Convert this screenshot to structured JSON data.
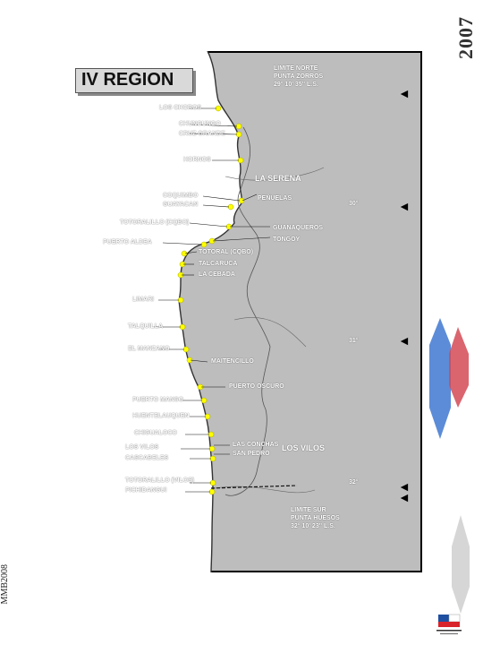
{
  "year": "2007",
  "side_text": "MMB2008",
  "title": "IV REGION",
  "north_limit": {
    "lines": [
      "LIMITE NORTE",
      "PUNTA ZORROS",
      "29° 10' 35'' L.S."
    ]
  },
  "south_limit": {
    "lines": [
      "LIMITE SUR",
      "PUNTA HUESOS",
      "32° 10' 23'' L.S."
    ]
  },
  "city_labels": {
    "la_serena": "LA SERENA",
    "los_vilos": "LOS VILOS"
  },
  "latitudes": {
    "lat30": "30°",
    "lat31": "31°",
    "lat32": "32°"
  },
  "places": {
    "los_choros": "LOS CHOROS",
    "chungungo": "CHUNGUNGO",
    "cruz_grande": "CRUZ GRANDE",
    "hornos": "HORNOS",
    "coquimbo": "COQUIMBO",
    "guayacan": "GUAYACAN",
    "penuelas": "PEÑUELAS",
    "totoralillo_cqbo": "TOTORALILLO (CQBO)",
    "guanaqueros": "GUANAQUEROS",
    "tongoy": "TONGOY",
    "puerto_aldea": "PUERTO ALDEA",
    "totoral": "TOTORAL (CQBO)",
    "talcaruca": "TALCARUCA",
    "la_cebada": "LA CEBADA",
    "limari": "LIMARI",
    "talquilla": "TALQUILLA",
    "el_manzano": "EL MANZANO",
    "maitencillo": "MAITENCILLO",
    "puerto_oscuro": "PUERTO OSCURO",
    "puerto_manso": "PUERTO MANSO",
    "huentelauquen": "HUENTELAUQUEN",
    "chigualoco": "CHIGUALOCO",
    "los_vilos_place": "LOS VILOS",
    "las_conchas": "LAS CONCHAS",
    "cascabeles": "CASCABELES",
    "san_pedro": "SAN PEDRO",
    "totoralillo_vilos": "TOTORALILLO (VILOS)",
    "pichidangui": "PICHIDANGUI"
  },
  "colors": {
    "land": "#bdbdbd",
    "marker": "#ffff00",
    "deco_blue": "#4a7fd4",
    "deco_red": "#d44a55"
  }
}
